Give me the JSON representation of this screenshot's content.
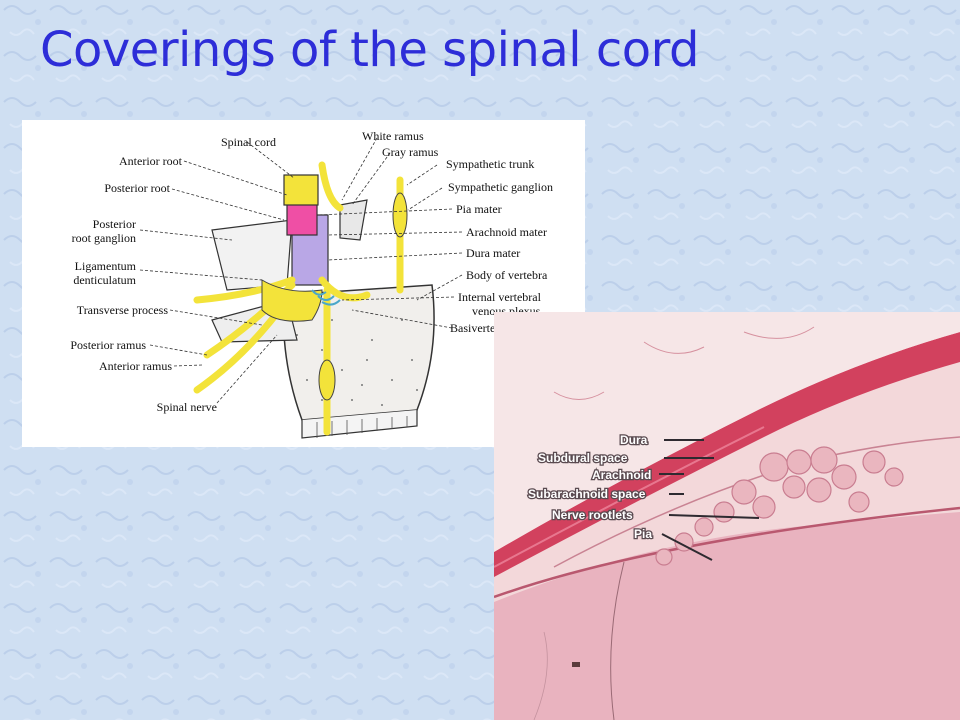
{
  "slide": {
    "title": "Coverings of the spinal cord"
  },
  "diagram": {
    "labels_left": [
      "Spinal cord",
      "Anterior root",
      "Posterior root",
      "Posterior",
      "root ganglion",
      "Ligamentum",
      "denticulatum",
      "Transverse process",
      "Posterior ramus",
      "Anterior ramus",
      "Spinal nerve"
    ],
    "labels_right": [
      "White ramus",
      "Gray ramus",
      "Sympathetic trunk",
      "Sympathetic ganglion",
      "Pia mater",
      "Arachnoid mater",
      "Dura mater",
      "Body of vertebra",
      "Internal vertebral",
      "venous plexus",
      "Basivertebral vein"
    ]
  },
  "histology": {
    "labels": [
      "Dura",
      "Subdural space",
      "Arachnoid",
      "Subarachnoid space",
      "Nerve rootlets",
      "Pia"
    ]
  },
  "colors": {
    "title": "#2d2dd8",
    "background": "#cfdff2",
    "nerve_yellow": "#f3e33a",
    "pia_pink": "#ef4fa5",
    "arachnoid_purple": "#b9a7e6",
    "tissue_pink": "#eab6bf",
    "dura_red": "#d2415e"
  }
}
